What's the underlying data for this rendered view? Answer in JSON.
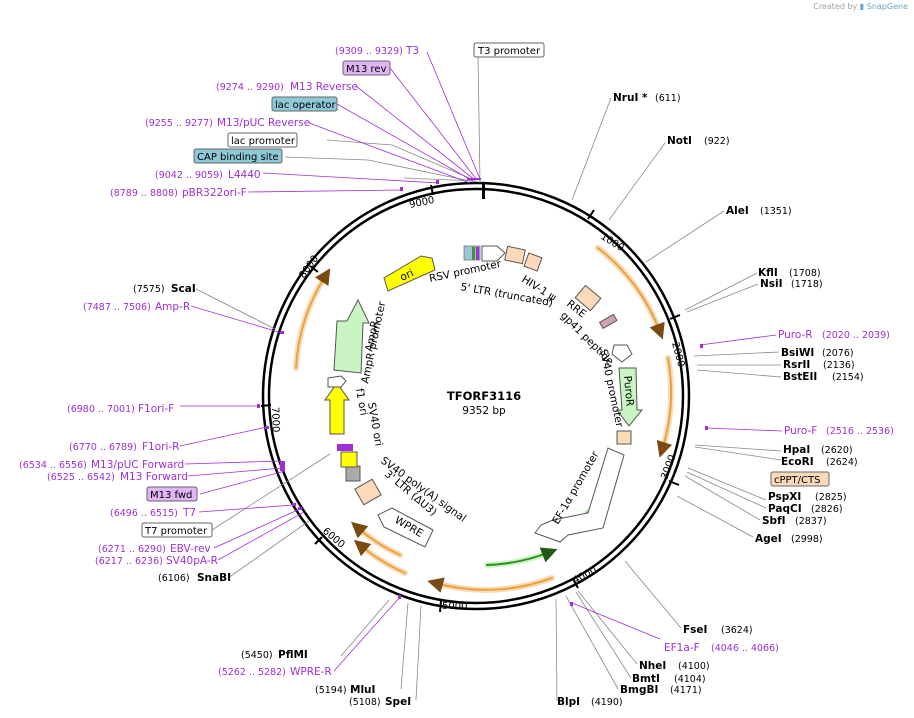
{
  "credit": {
    "prefix": "Created by",
    "brand": "SnapGene"
  },
  "plasmid": {
    "name": "TFORF3116",
    "size": "9352 bp"
  },
  "ticks": [
    "1000",
    "2000",
    "3000",
    "4000",
    "5000",
    "6000",
    "7000",
    "8000",
    "9000"
  ],
  "enzymes": [
    {
      "name": "NruI *",
      "pos": "(611)"
    },
    {
      "name": "NotI",
      "pos": "(922)"
    },
    {
      "name": "AleI",
      "pos": "(1351)"
    },
    {
      "name": "KflI",
      "pos": "(1708)"
    },
    {
      "name": "NsiI",
      "pos": "(1718)"
    },
    {
      "name": "BsiWI",
      "pos": "(2076)"
    },
    {
      "name": "RsrII",
      "pos": "(2136)"
    },
    {
      "name": "BstEII",
      "pos": "(2154)"
    },
    {
      "name": "HpaI",
      "pos": "(2620)"
    },
    {
      "name": "EcoRI",
      "pos": "(2624)"
    },
    {
      "name": "PspXI",
      "pos": "(2825)"
    },
    {
      "name": "PaqCI",
      "pos": "(2826)"
    },
    {
      "name": "SbfI",
      "pos": "(2837)"
    },
    {
      "name": "AgeI",
      "pos": "(2998)"
    },
    {
      "name": "FseI",
      "pos": "(3624)"
    },
    {
      "name": "NheI",
      "pos": "(4100)"
    },
    {
      "name": "BmtI",
      "pos": "(4104)"
    },
    {
      "name": "BmgBI",
      "pos": "(4171)"
    },
    {
      "name": "BlpI",
      "pos": "(4190)"
    },
    {
      "name": "SpeI",
      "pos": "(5108)"
    },
    {
      "name": "MluI",
      "pos": "(5194)"
    },
    {
      "name": "PflMI",
      "pos": "(5450)"
    },
    {
      "name": "SnaBI",
      "pos": "(6106)"
    },
    {
      "name": "ScaI",
      "pos": "(7575)"
    }
  ],
  "primers": [
    {
      "name": "T3",
      "pos": "(9309 .. 9329)"
    },
    {
      "name": "M13 Reverse",
      "pos": "(9274 .. 9290)"
    },
    {
      "name": "M13/pUC Reverse",
      "pos": "(9255 .. 9277)"
    },
    {
      "name": "L4440",
      "pos": "(9042 .. 9059)"
    },
    {
      "name": "pBR322ori-F",
      "pos": "(8789 .. 8808)"
    },
    {
      "name": "Amp-R",
      "pos": "(7487 .. 7506)"
    },
    {
      "name": "F1ori-F",
      "pos": "(6980 .. 7001)"
    },
    {
      "name": "F1ori-R",
      "pos": "(6770 .. 6789)"
    },
    {
      "name": "M13/pUC Forward",
      "pos": "(6534 .. 6556)"
    },
    {
      "name": "M13 Forward",
      "pos": "(6525 .. 6542)"
    },
    {
      "name": "T7",
      "pos": "(6496 .. 6515)"
    },
    {
      "name": "EBV-rev",
      "pos": "(6271 .. 6290)"
    },
    {
      "name": "SV40pA-R",
      "pos": "(6217 .. 6236)"
    },
    {
      "name": "WPRE-R",
      "pos": "(5262 .. 5282)"
    },
    {
      "name": "EF1a-F",
      "pos": "(4046 .. 4066)"
    },
    {
      "name": "Puro-R",
      "pos": "(2020 .. 2039)"
    },
    {
      "name": "Puro-F",
      "pos": "(2516 .. 2536)"
    }
  ],
  "boxed_labels": [
    {
      "text": "T3 promoter",
      "fill": "#ffffff"
    },
    {
      "text": "M13 rev",
      "fill": "#e1b5f5"
    },
    {
      "text": "lac operator",
      "fill": "#8ec9d8"
    },
    {
      "text": "lac promoter",
      "fill": "#ffffff"
    },
    {
      "text": "CAP binding site",
      "fill": "#8ec9d8"
    },
    {
      "text": "cPPT/CTS",
      "fill": "#fcd9b8"
    },
    {
      "text": "M13 fwd",
      "fill": "#e1b5f5"
    },
    {
      "text": "T7 promoter",
      "fill": "#ffffff"
    }
  ],
  "features": [
    "RSV promoter",
    "5' LTR (truncated)",
    "HIV-1 ψ",
    "RRE",
    "gp41 peptide",
    "SV40 promoter",
    "PuroR",
    "EF-1α promoter",
    "WPRE",
    "3' LTR (ΔU3)",
    "SV40 poly(A) signal",
    "SV40 ori",
    "f1 ori",
    "AmpR promoter",
    "AmpR",
    "ori"
  ],
  "colors": {
    "purple": "#9d2fd6",
    "orange": "#e8a33d",
    "green": "#2e8b1f",
    "yellow": "#ffff00",
    "lightgreen": "#c8f5c2",
    "peach": "#fcd9b8"
  }
}
